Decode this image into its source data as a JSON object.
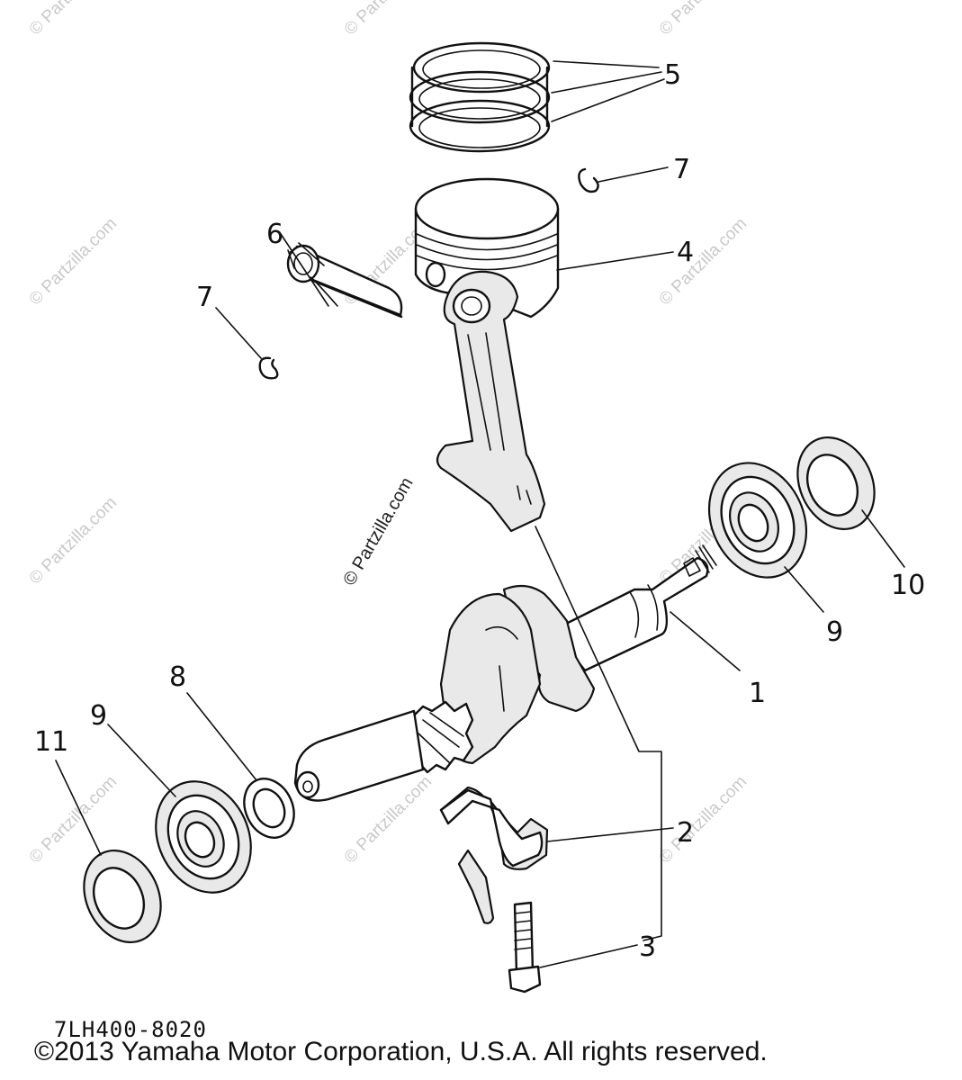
{
  "diagram": {
    "code": "7LH400-8020",
    "copyright": "©2013  Yamaha Motor Corporation, U.S.A. All rights reserved.",
    "watermark": "© Partzilla.com"
  },
  "callouts": {
    "c1": "1",
    "c2": "2",
    "c3": "3",
    "c4": "4",
    "c5": "5",
    "c6": "6",
    "c7a": "7",
    "c7b": "7",
    "c8": "8",
    "c9a": "9",
    "c9b": "9",
    "c10": "10",
    "c11": "11"
  }
}
